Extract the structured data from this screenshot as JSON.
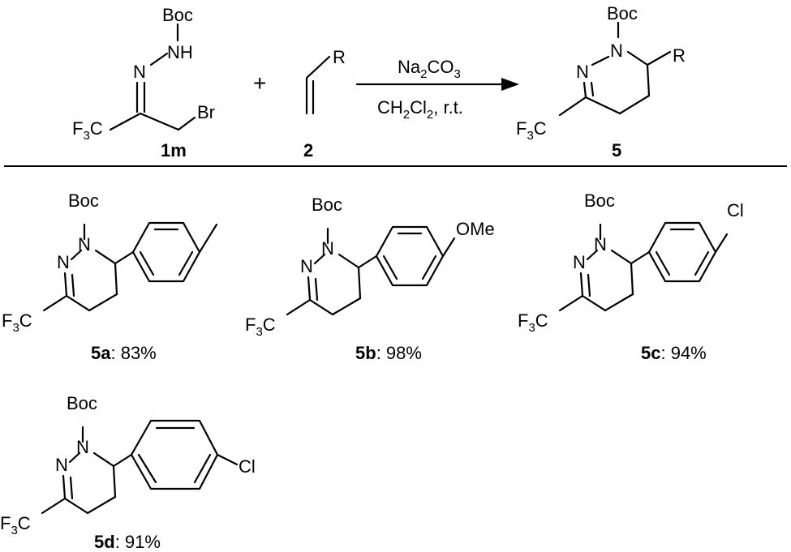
{
  "reaction": {
    "reactant1": {
      "label": "1m",
      "atoms": {
        "boc": "Boc",
        "nh": "NH",
        "n": "N",
        "br": "Br",
        "f3c_main": "F",
        "f3c_sub": "3",
        "f3c_end": "C"
      }
    },
    "plus": "+",
    "reactant2": {
      "label": "2",
      "r": "R"
    },
    "conditions": {
      "top": {
        "a": "Na",
        "a_sub": "2",
        "b": "CO",
        "b_sub": "3"
      },
      "bottom": {
        "a": "CH",
        "a_sub": "2",
        "b": "Cl",
        "b_sub": "2",
        "c": ", r.t."
      }
    },
    "product": {
      "label": "5",
      "atoms": {
        "boc": "Boc",
        "n1": "N",
        "n2": "N",
        "r": "R",
        "f3c_main": "F",
        "f3c_sub": "3",
        "f3c_end": "C"
      }
    }
  },
  "examples": [
    {
      "id": "5a",
      "yield": ": 83%",
      "substituent": ""
    },
    {
      "id": "5b",
      "yield": ": 98%",
      "substituent": "OMe"
    },
    {
      "id": "5c",
      "yield": ": 94%",
      "substituent": "Cl"
    },
    {
      "id": "5d",
      "yield": ": 91%",
      "substituent": "Cl"
    }
  ],
  "common_atoms": {
    "boc": "Boc",
    "n_top": "N",
    "n_low": "N",
    "f3c_main": "F",
    "f3c_sub": "3",
    "f3c_end": "C"
  }
}
